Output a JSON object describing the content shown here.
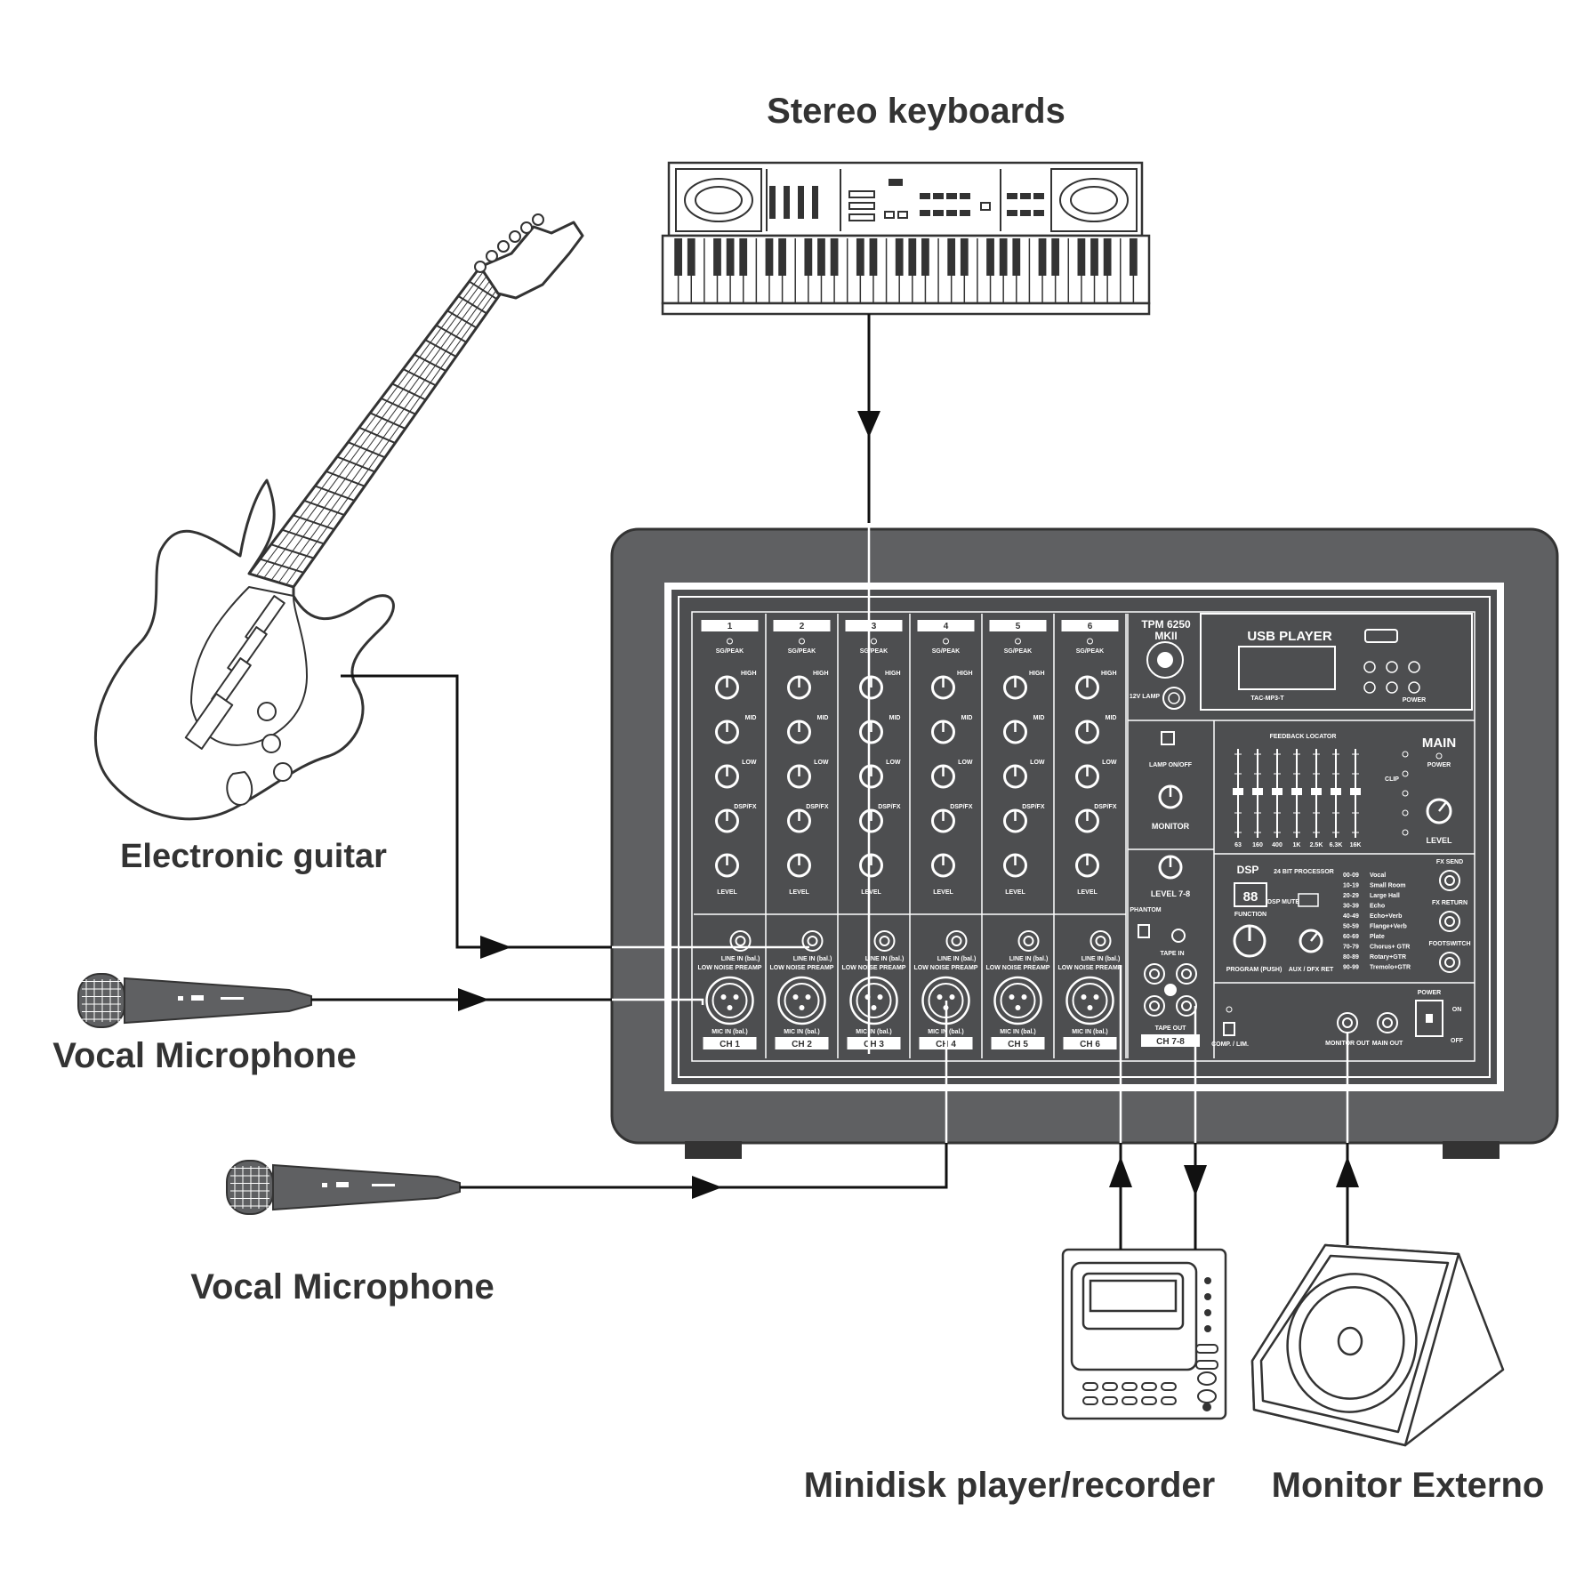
{
  "labels": {
    "keyboards": "Stereo keyboards",
    "guitar": "Electronic guitar",
    "mic1": "Vocal Microphone",
    "mic2": "Vocal Microphone",
    "minidisk": "Minidisk player/recorder",
    "monitor": "Monitor Externo"
  },
  "mixer": {
    "model": "TPM 6250",
    "model_sub": "MKII",
    "channels": [
      "1",
      "2",
      "3",
      "4",
      "5",
      "6"
    ],
    "channel_bottom": [
      "CH 1",
      "CH 2",
      "CH 3",
      "CH 4",
      "CH 5",
      "CH 6"
    ],
    "sig_peak": "SG/PEAK",
    "eq_high": "HIGH",
    "eq_mid": "MID",
    "eq_low": "LOW",
    "dsp_fx": "DSP/FX",
    "level": "LEVEL",
    "line_in": "LINE IN (bal.)",
    "low_noise": "LOW NOISE PREAMP",
    "mic_in": "MIC IN (bal.)",
    "usb_player": "USB PLAYER",
    "usb_model": "TAC-MP3-T",
    "usb_power": "POWER",
    "lamp": "12V LAMP",
    "lamp_onoff": "LAMP ON/OFF",
    "monitor": "MONITOR",
    "level_78": "LEVEL 7-8",
    "phantom": "PHANTOM",
    "tape_in": "TAPE IN",
    "tape_out": "TAPE OUT",
    "ch78": "CH 7-8",
    "feedback_locator": "FEEDBACK LOCATOR",
    "eq_freqs": [
      "63",
      "160",
      "400",
      "1K",
      "2.5K",
      "6.3K",
      "16K"
    ],
    "main": "MAIN",
    "main_power": "POWER",
    "main_level": "LEVEL",
    "clip": "CLIP",
    "dsp": "DSP",
    "dsp_proc": "24 BIT PROCESSOR",
    "dsp_display": "88",
    "dsp_mute": "DSP MUTE",
    "function": "FUNCTION",
    "program": "PROGRAM (PUSH)",
    "aux_ret": "AUX / DFX RET",
    "fx_send": "FX SEND",
    "fx_return": "FX RETURN",
    "footswitch": "FOOTSWITCH",
    "presets": [
      {
        "range": "00-09",
        "name": "Vocal"
      },
      {
        "range": "10-19",
        "name": "Small Room"
      },
      {
        "range": "20-29",
        "name": "Large Hall"
      },
      {
        "range": "30-39",
        "name": "Echo"
      },
      {
        "range": "40-49",
        "name": "Echo+Verb"
      },
      {
        "range": "50-59",
        "name": "Flange+Verb"
      },
      {
        "range": "60-69",
        "name": "Plate"
      },
      {
        "range": "70-79",
        "name": "Chorus+ GTR"
      },
      {
        "range": "80-89",
        "name": "Rotary+GTR"
      },
      {
        "range": "90-99",
        "name": "Tremolo+GTR"
      }
    ],
    "comp_lim": "COMP. / LIM.",
    "monitor_out": "MONITOR OUT",
    "main_out": "MAIN OUT",
    "power": "POWER",
    "on": "ON",
    "off": "OFF"
  },
  "colors": {
    "mixer_body": "#5f6062",
    "panel": "#4d4e50",
    "outline": "#333333",
    "wire": "#111111",
    "label": "#333333"
  }
}
